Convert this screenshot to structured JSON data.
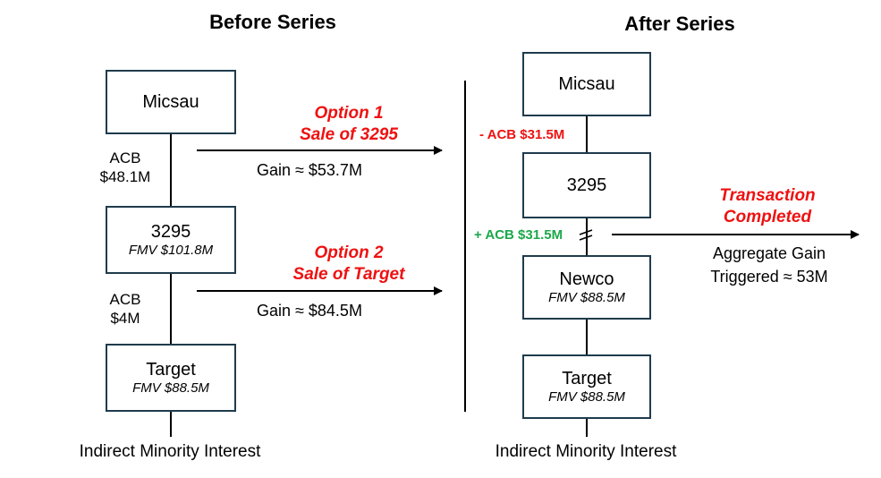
{
  "before": {
    "title": "Before Series",
    "micsau": "Micsau",
    "acb1_line1": "ACB",
    "acb1_line2": "$48.1M",
    "entity_3295": "3295",
    "entity_3295_fmv": "FMV $101.8M",
    "acb2_line1": "ACB",
    "acb2_line2": "$4M",
    "target": "Target",
    "target_fmv": "FMV $88.5M",
    "footer": "Indirect Minority Interest"
  },
  "options": {
    "option1_line1": "Option 1",
    "option1_line2": "Sale of 3295",
    "option1_gain": "Gain ≈ $53.7M",
    "option2_line1": "Option 2",
    "option2_line2": "Sale of Target",
    "option2_gain": "Gain ≈ $84.5M"
  },
  "after": {
    "title": "After Series",
    "micsau": "Micsau",
    "acb_minus": "- ACB $31.5M",
    "entity_3295": "3295",
    "acb_plus": "+ ACB $31.5M",
    "newco": "Newco",
    "newco_fmv": "FMV $88.5M",
    "target": "Target",
    "target_fmv": "FMV $88.5M",
    "footer": "Indirect Minority Interest"
  },
  "transaction": {
    "line1": "Transaction",
    "line2": "Completed",
    "gain_line1": "Aggregate Gain",
    "gain_line2": "Triggered ≈ 53M"
  },
  "colors": {
    "red": "#ee1111",
    "green": "#1ba84a",
    "box_border": "#1f3b4d"
  }
}
